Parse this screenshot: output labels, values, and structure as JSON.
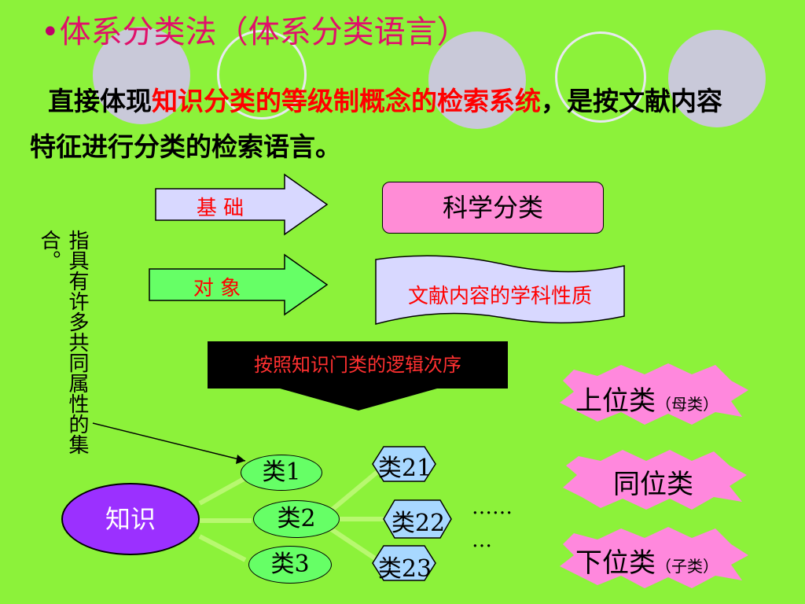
{
  "title": {
    "bullet": "•",
    "text": "体系分类法（体系分类语言）"
  },
  "description": {
    "part1": "直接体现",
    "part2_red": "知识分类的等级制概念的检索系统",
    "part3": "，是按文献内容特征进行分类的检索语言。"
  },
  "arrows": {
    "basis_label": "基  础",
    "object_label": "对  象"
  },
  "boxes": {
    "science_classification": "科学分类",
    "document_content": "文献内容的学科性质"
  },
  "vertical_note": "指具有许多共同属性的集合。",
  "logic_order": "按照知识门类的逻辑次序",
  "levels": {
    "upper": {
      "main": "上位类",
      "sub": "（母类）"
    },
    "same": {
      "main": "同位类"
    },
    "lower": {
      "main": "下位类",
      "sub": "（子类）"
    }
  },
  "tree": {
    "root": "知识",
    "level1": [
      "类1",
      "类2",
      "类3"
    ],
    "level2": [
      "类21",
      "类22",
      "类23"
    ],
    "ellipsis_1": "……",
    "ellipsis_2": "…"
  },
  "colors": {
    "background": "#8cf23a",
    "title": "#e0106a",
    "emphasis_red": "#ff0000",
    "pink_box": "#ff8cd6",
    "lavender": "#d8d8ff",
    "purple_oval": "#9b30ff",
    "light_green_oval": "#66ff66",
    "light_blue_hex": "#a8d8ff",
    "starburst_pink": "#ff88dd"
  }
}
